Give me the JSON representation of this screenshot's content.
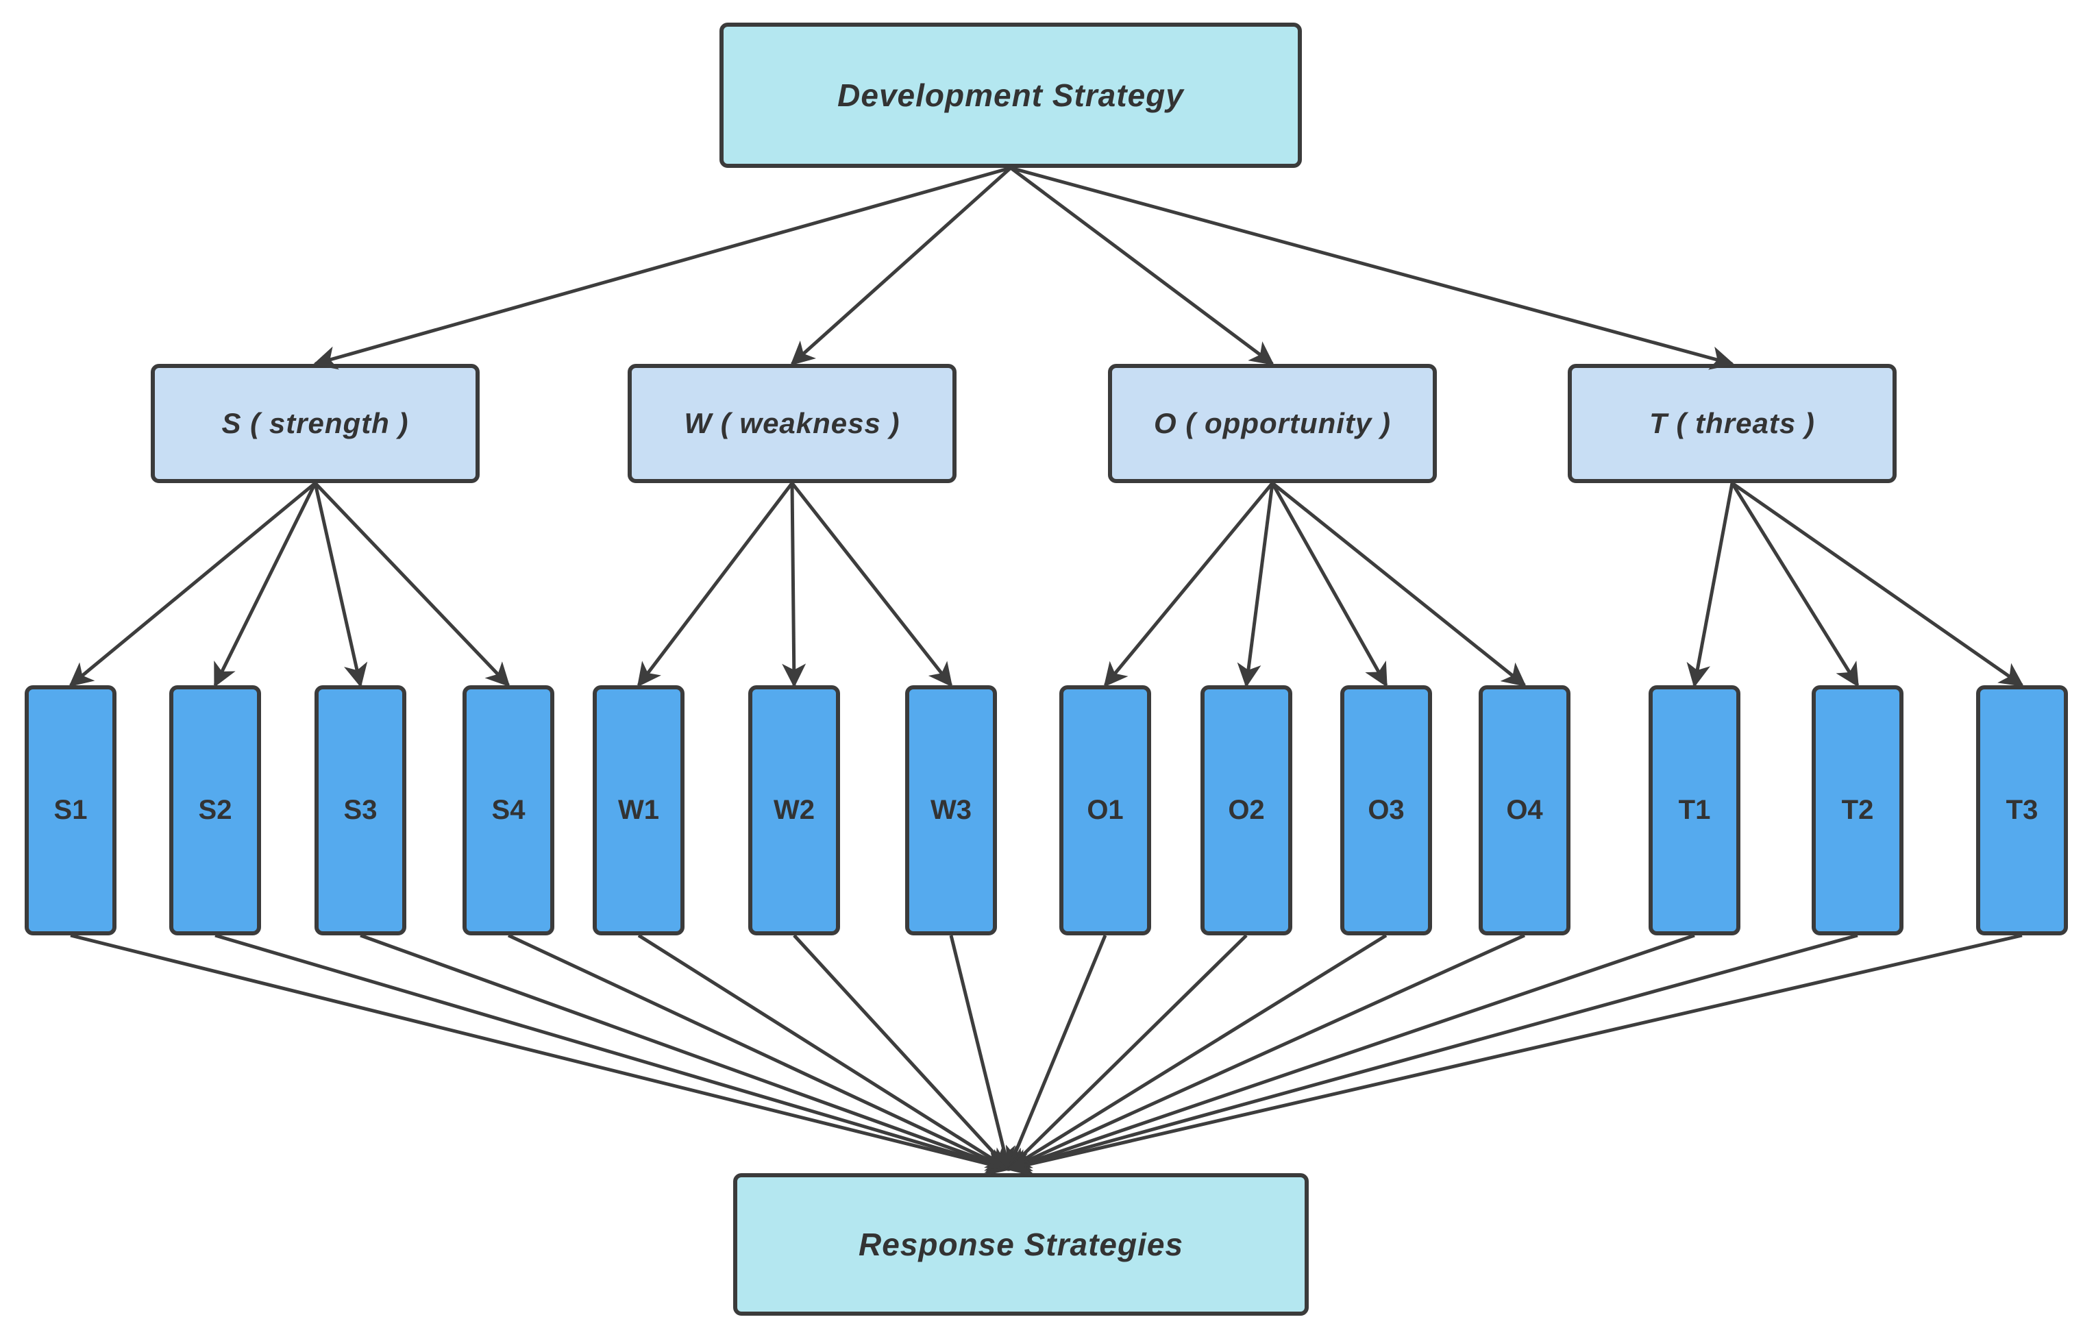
{
  "diagram": {
    "title_node": {
      "id": "root",
      "label": "Development Strategy"
    },
    "groups": [
      {
        "id": "S",
        "label": "S ( strength )",
        "children": [
          "S1",
          "S2",
          "S3",
          "S4"
        ]
      },
      {
        "id": "W",
        "label": "W ( weakness )",
        "children": [
          "W1",
          "W2",
          "W3"
        ]
      },
      {
        "id": "O",
        "label": "O ( opportunity )",
        "children": [
          "O1",
          "O2",
          "O3",
          "O4"
        ]
      },
      {
        "id": "T",
        "label": "T ( threats )",
        "children": [
          "T1",
          "T2",
          "T3"
        ]
      }
    ],
    "leaves": [
      {
        "id": "S1",
        "label": "S1"
      },
      {
        "id": "S2",
        "label": "S2"
      },
      {
        "id": "S3",
        "label": "S3"
      },
      {
        "id": "S4",
        "label": "S4"
      },
      {
        "id": "W1",
        "label": "W1"
      },
      {
        "id": "W2",
        "label": "W2"
      },
      {
        "id": "W3",
        "label": "W3"
      },
      {
        "id": "O1",
        "label": "O1"
      },
      {
        "id": "O2",
        "label": "O2"
      },
      {
        "id": "O3",
        "label": "O3"
      },
      {
        "id": "O4",
        "label": "O4"
      },
      {
        "id": "T1",
        "label": "T1"
      },
      {
        "id": "T2",
        "label": "T2"
      },
      {
        "id": "T3",
        "label": "T3"
      }
    ],
    "sink_node": {
      "id": "sink",
      "label": "Response Strategies"
    },
    "colors": {
      "background": "#ffffff",
      "root_fill": "#b4e7f0",
      "group_fill": "#c8def4",
      "leaf_fill": "#55aaee",
      "border": "#3b3b3b",
      "edge": "#3d3d3d",
      "text": "#333333"
    }
  }
}
